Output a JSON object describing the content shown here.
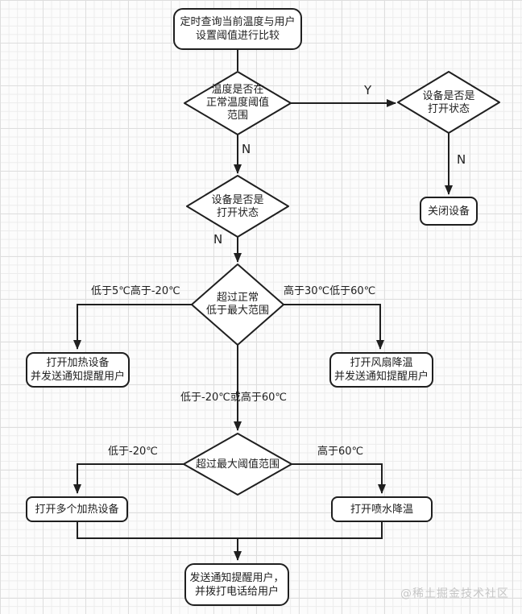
{
  "watermark": "@稀土掘金技术社区",
  "flowchart": {
    "nodes": {
      "start": {
        "type": "rounded-rect",
        "lines": [
          "定时查询当前温度与用户",
          "设置阈值进行比较"
        ]
      },
      "temp_in_range": {
        "type": "decision",
        "lines": [
          "温度是否在",
          "正常温度阈值",
          "范围"
        ]
      },
      "device_on_r": {
        "type": "decision",
        "lines": [
          "设备是否是",
          "打开状态"
        ]
      },
      "close_device": {
        "type": "rounded-rect",
        "lines": [
          "关闭设备"
        ]
      },
      "device_on_m": {
        "type": "decision",
        "lines": [
          "设备是否是",
          "打开状态"
        ]
      },
      "over_normal": {
        "type": "decision",
        "lines": [
          "超过正常",
          "低于最大范围"
        ]
      },
      "heat_on": {
        "type": "rounded-rect",
        "lines": [
          "打开加热设备",
          "并发送通知提醒用户"
        ]
      },
      "fan_on": {
        "type": "rounded-rect",
        "lines": [
          "打开风扇降温",
          "并发送通知提醒用户"
        ]
      },
      "over_max": {
        "type": "decision",
        "lines": [
          "超过最大阈值范围"
        ]
      },
      "multi_heat": {
        "type": "rounded-rect",
        "lines": [
          "打开多个加热设备"
        ]
      },
      "spray": {
        "type": "rounded-rect",
        "lines": [
          "打开喷水降温"
        ]
      },
      "notify": {
        "type": "rounded-rect",
        "lines": [
          "发送通知提醒用户，",
          "并拨打电话给用户"
        ]
      }
    },
    "edge_labels": {
      "yes": "Y",
      "no_right": "N",
      "no_mid_1": "N",
      "no_mid_2": "N",
      "below5_above_neg20": "低于5℃高于-20℃",
      "above30_below60": "高于30℃低于60℃",
      "below_neg20_or_above60": "低于-20℃或高于60℃",
      "below_neg20": "低于-20℃",
      "above60": "高于60℃"
    },
    "colors": {
      "stroke": "#1f1f1f",
      "node_fill": "#ffffff",
      "grid_minor": "#ececec",
      "grid_major": "#dedede",
      "watermark": "#c6c6c6"
    }
  }
}
